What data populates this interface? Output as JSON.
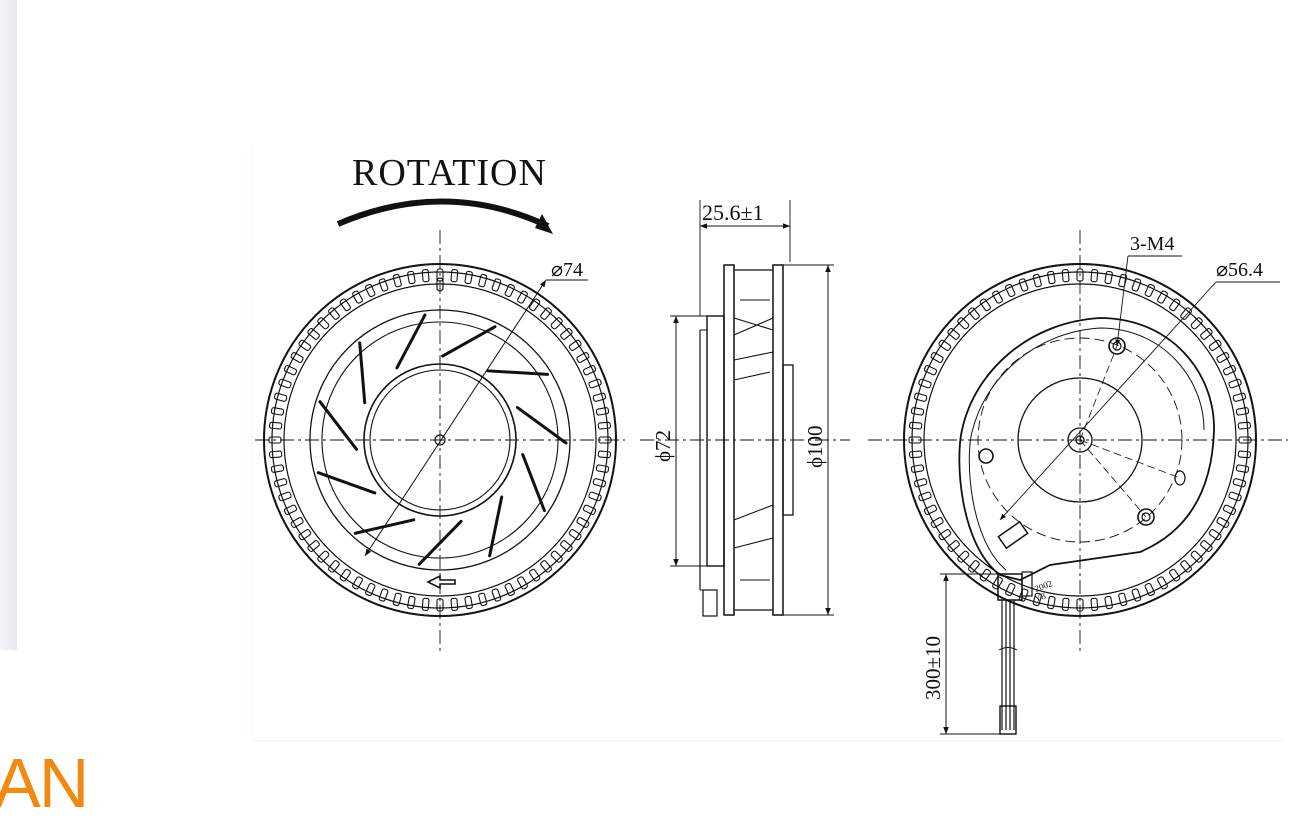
{
  "brand": {
    "text": "AN",
    "color": "#f08a12"
  },
  "labels": {
    "rotation": "ROTATION",
    "overall_height": "25.6±1",
    "blower_diameter": "⌀74",
    "mount_holes": "3-M4",
    "mount_circle": "⌀56.4",
    "inner_diameter": "ϕ72",
    "outer_diameter": "ϕ100",
    "lead_length": "300±10",
    "pcb_mark_1": "2002",
    "pcb_mark_2": "Y8"
  },
  "colors": {
    "line": "#111111",
    "sheet_edge": "#fdf3e3"
  }
}
